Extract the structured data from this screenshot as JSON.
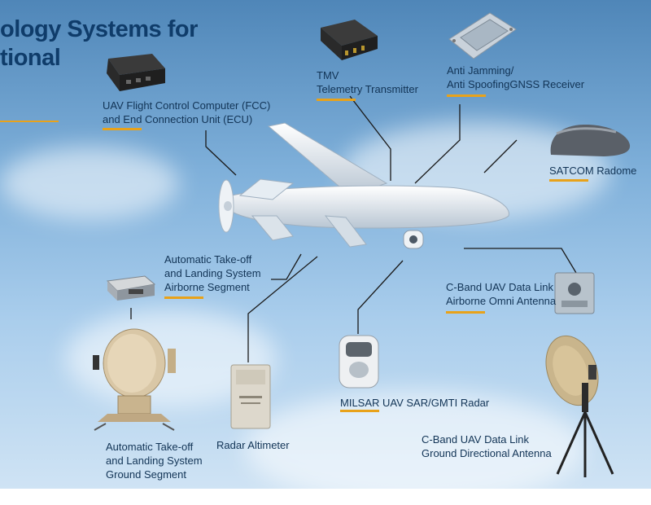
{
  "title": {
    "line1": "ology Systems for",
    "line2": "tional"
  },
  "labels": {
    "fcc": {
      "line1": "UAV Flight Control Computer (FCC)",
      "line2": "and End Connection Unit (ECU)"
    },
    "tmv": {
      "line1": "TMV",
      "line2": "Telemetry Transmitter"
    },
    "gnss": {
      "line1": "Anti Jamming/",
      "line2": "Anti SpoofingGNSS Receiver"
    },
    "satcom": {
      "line1": "SATCOM Radome"
    },
    "atol_air": {
      "line1": "Automatic Take-off",
      "line2": "and Landing System",
      "line3": "Airborne Segment"
    },
    "cband_air": {
      "line1": "C-Band UAV Data Link",
      "line2": "Airborne Omni Antenna"
    },
    "atol_ground": {
      "line1": "Automatic Take-off",
      "line2": "and Landing System",
      "line3": "Ground Segment"
    },
    "altimeter": {
      "line1": "Radar Altimeter"
    },
    "milsar": {
      "line1": "MILSAR UAV SAR/GMTI Radar"
    },
    "cband_ground": {
      "line1": "C-Band UAV Data Link",
      "line2": "Ground Directional Antenna"
    }
  },
  "colors": {
    "accent": "#e8a21a",
    "text": "#123456",
    "title": "#0f3c6a"
  }
}
